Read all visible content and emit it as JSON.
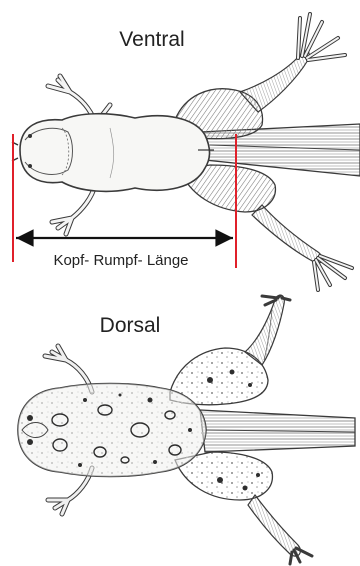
{
  "figure": {
    "top_label": "Ventral",
    "bottom_label": "Dorsal",
    "measure_label": "Kopf- Rumpf- Länge",
    "colors": {
      "measure_line": "#e0202a",
      "arrow": "#111111",
      "sketch": "#3a3a3a",
      "body_fill": "#f7f7f5",
      "hatch": "#6b6b6b",
      "spot": "#2e2e2e"
    }
  }
}
